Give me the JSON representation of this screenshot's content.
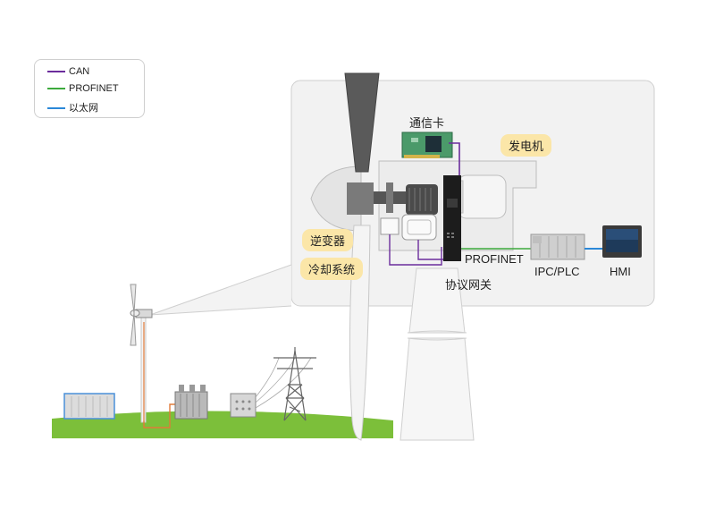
{
  "legend": {
    "items": [
      {
        "label": "CAN",
        "color": "#6b2d9c"
      },
      {
        "label": "PROFINET",
        "color": "#3daa3d"
      },
      {
        "label": "以太网",
        "color": "#2b88d8"
      }
    ]
  },
  "labels": {
    "comm_card": "通信卡",
    "generator": "发电机",
    "inverter": "逆变器",
    "cooling": "冷却系统",
    "profinet": "PROFINET",
    "gateway": "协议网关",
    "ipc_plc": "IPC/PLC",
    "hmi": "HMI"
  },
  "colors": {
    "can": "#6b2d9c",
    "profinet": "#3daa3d",
    "ethernet": "#2b88d8",
    "label_bg": "#fbe6a8",
    "panel_bg": "#f1f1f1",
    "grass": "#7cbf3a"
  }
}
